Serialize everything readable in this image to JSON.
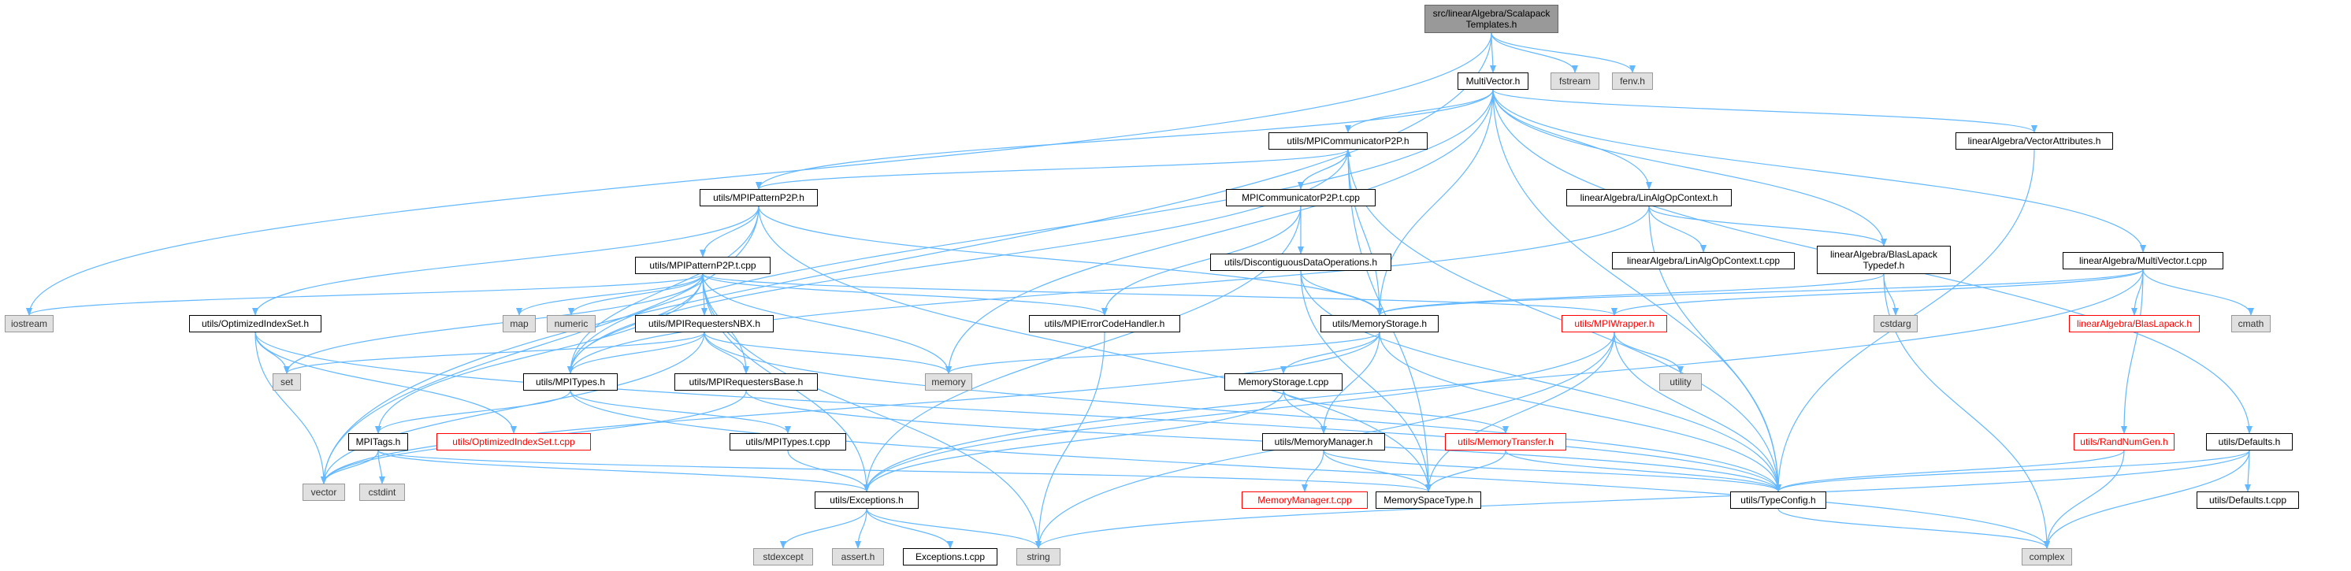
{
  "graph": {
    "nodes": {
      "root": {
        "label": "src/linearAlgebra/Scalapack\nTemplates.h",
        "kind": "root"
      },
      "multivector": {
        "label": "MultiVector.h",
        "kind": "local"
      },
      "fstream": {
        "label": "fstream",
        "kind": "ext"
      },
      "fenv": {
        "label": "fenv.h",
        "kind": "ext"
      },
      "iostream": {
        "label": "iostream",
        "kind": "ext"
      },
      "commp2p": {
        "label": "utils/MPICommunicatorP2P.h",
        "kind": "local"
      },
      "vecattr": {
        "label": "linearAlgebra/VectorAttributes.h",
        "kind": "local"
      },
      "patternp2p": {
        "label": "utils/MPIPatternP2P.h",
        "kind": "local"
      },
      "commp2pt": {
        "label": "MPICommunicatorP2P.t.cpp",
        "kind": "local"
      },
      "linalgctx": {
        "label": "linearAlgebra/LinAlgOpContext.h",
        "kind": "local"
      },
      "linalgctxt": {
        "label": "linearAlgebra/LinAlgOpContext.t.cpp",
        "kind": "local"
      },
      "blastypedef": {
        "label": "linearAlgebra/BlasLapack\nTypedef.h",
        "kind": "local"
      },
      "mvt": {
        "label": "linearAlgebra/MultiVector.t.cpp",
        "kind": "local"
      },
      "blaslapack": {
        "label": "linearAlgebra/BlasLapack.h",
        "kind": "trunc"
      },
      "cmath": {
        "label": "cmath",
        "kind": "ext"
      },
      "patternp2pt": {
        "label": "utils/MPIPatternP2P.t.cpp",
        "kind": "local"
      },
      "discont": {
        "label": "utils/DiscontiguousDataOperations.h",
        "kind": "local"
      },
      "cstdarg": {
        "label": "cstdarg",
        "kind": "ext"
      },
      "optidx": {
        "label": "utils/OptimizedIndexSet.h",
        "kind": "local"
      },
      "map": {
        "label": "map",
        "kind": "ext"
      },
      "numeric": {
        "label": "numeric",
        "kind": "ext"
      },
      "reqnbx": {
        "label": "utils/MPIRequestersNBX.h",
        "kind": "local"
      },
      "errhandler": {
        "label": "utils/MPIErrorCodeHandler.h",
        "kind": "local"
      },
      "memstorage": {
        "label": "utils/MemoryStorage.h",
        "kind": "local"
      },
      "mpiwrapper": {
        "label": "utils/MPIWrapper.h",
        "kind": "trunc"
      },
      "set": {
        "label": "set",
        "kind": "ext"
      },
      "memory": {
        "label": "memory",
        "kind": "ext"
      },
      "utility": {
        "label": "utility",
        "kind": "ext"
      },
      "mpitypes": {
        "label": "utils/MPITypes.h",
        "kind": "local"
      },
      "reqbase": {
        "label": "utils/MPIRequestersBase.h",
        "kind": "local"
      },
      "memstoraget": {
        "label": "MemoryStorage.t.cpp",
        "kind": "local"
      },
      "randnum": {
        "label": "utils/RandNumGen.h",
        "kind": "trunc"
      },
      "defaults": {
        "label": "utils/Defaults.h",
        "kind": "local"
      },
      "mpitags": {
        "label": "MPITags.h",
        "kind": "local"
      },
      "optidxt": {
        "label": "utils/OptimizedIndexSet.t.cpp",
        "kind": "trunc"
      },
      "mpitypest": {
        "label": "utils/MPITypes.t.cpp",
        "kind": "local"
      },
      "memmanager": {
        "label": "utils/MemoryManager.h",
        "kind": "local"
      },
      "memtransfer": {
        "label": "utils/MemoryTransfer.h",
        "kind": "trunc"
      },
      "vector": {
        "label": "vector",
        "kind": "ext"
      },
      "cstdint": {
        "label": "cstdint",
        "kind": "ext"
      },
      "exceptions": {
        "label": "utils/Exceptions.h",
        "kind": "local"
      },
      "memmanagert": {
        "label": "MemoryManager.t.cpp",
        "kind": "trunc"
      },
      "memspacetype": {
        "label": "MemorySpaceType.h",
        "kind": "local"
      },
      "typeconfig": {
        "label": "utils/TypeConfig.h",
        "kind": "local"
      },
      "defaultst": {
        "label": "utils/Defaults.t.cpp",
        "kind": "local"
      },
      "stdexcept": {
        "label": "stdexcept",
        "kind": "ext"
      },
      "asserth": {
        "label": "assert.h",
        "kind": "ext"
      },
      "exceptionst": {
        "label": "Exceptions.t.cpp",
        "kind": "local"
      },
      "string": {
        "label": "string",
        "kind": "ext"
      },
      "complex": {
        "label": "complex",
        "kind": "ext"
      }
    },
    "edges": [
      [
        "root",
        "multivector"
      ],
      [
        "root",
        "fstream"
      ],
      [
        "root",
        "fenv"
      ],
      [
        "root",
        "iostream"
      ],
      [
        "root",
        "vector"
      ],
      [
        "multivector",
        "commp2p"
      ],
      [
        "multivector",
        "vecattr"
      ],
      [
        "multivector",
        "patternp2p"
      ],
      [
        "multivector",
        "linalgctx"
      ],
      [
        "multivector",
        "blastypedef"
      ],
      [
        "multivector",
        "mvt"
      ],
      [
        "multivector",
        "memstorage"
      ],
      [
        "multivector",
        "mpitypes"
      ],
      [
        "multivector",
        "memory"
      ],
      [
        "multivector",
        "typeconfig"
      ],
      [
        "multivector",
        "defaults"
      ],
      [
        "commp2p",
        "patternp2p"
      ],
      [
        "commp2p",
        "commp2pt"
      ],
      [
        "commp2p",
        "memstorage"
      ],
      [
        "commp2p",
        "mpitypes"
      ],
      [
        "commp2p",
        "memspacetype"
      ],
      [
        "commp2p",
        "typeconfig"
      ],
      [
        "commp2pt",
        "commp2p"
      ],
      [
        "commp2pt",
        "discont"
      ],
      [
        "commp2pt",
        "errhandler"
      ],
      [
        "commp2pt",
        "exceptions"
      ],
      [
        "vecattr",
        "typeconfig"
      ],
      [
        "patternp2p",
        "patternp2pt"
      ],
      [
        "patternp2p",
        "optidx"
      ],
      [
        "patternp2p",
        "mpitypes"
      ],
      [
        "patternp2p",
        "memstorage"
      ],
      [
        "patternp2p",
        "vector"
      ],
      [
        "patternp2p",
        "memspacetype"
      ],
      [
        "patternp2pt",
        "iostream"
      ],
      [
        "patternp2pt",
        "map"
      ],
      [
        "patternp2pt",
        "numeric"
      ],
      [
        "patternp2pt",
        "reqnbx"
      ],
      [
        "patternp2pt",
        "errhandler"
      ],
      [
        "patternp2pt",
        "mpiwrapper"
      ],
      [
        "patternp2pt",
        "set"
      ],
      [
        "patternp2pt",
        "memory"
      ],
      [
        "patternp2pt",
        "mpitypes"
      ],
      [
        "patternp2pt",
        "reqbase"
      ],
      [
        "patternp2pt",
        "mpitags"
      ],
      [
        "patternp2pt",
        "exceptions"
      ],
      [
        "patternp2pt",
        "string"
      ],
      [
        "linalgctx",
        "linalgctxt"
      ],
      [
        "linalgctx",
        "blastypedef"
      ],
      [
        "linalgctx",
        "typeconfig"
      ],
      [
        "linalgctx",
        "mpitypes"
      ],
      [
        "blastypedef",
        "cstdarg"
      ],
      [
        "blastypedef",
        "complex"
      ],
      [
        "blastypedef",
        "memstorage"
      ],
      [
        "mvt",
        "blaslapack"
      ],
      [
        "mvt",
        "cmath"
      ],
      [
        "mvt",
        "randnum"
      ],
      [
        "mvt",
        "mpiwrapper"
      ],
      [
        "mvt",
        "exceptions"
      ],
      [
        "mvt",
        "memstorage"
      ],
      [
        "discont",
        "memstorage"
      ],
      [
        "discont",
        "typeconfig"
      ],
      [
        "discont",
        "memspacetype"
      ],
      [
        "optidx",
        "set"
      ],
      [
        "optidx",
        "vector"
      ],
      [
        "optidx",
        "optidxt"
      ],
      [
        "optidx",
        "typeconfig"
      ],
      [
        "reqnbx",
        "set"
      ],
      [
        "reqnbx",
        "memory"
      ],
      [
        "reqnbx",
        "mpitypes"
      ],
      [
        "reqnbx",
        "reqbase"
      ],
      [
        "reqnbx",
        "vector"
      ],
      [
        "reqnbx",
        "typeconfig"
      ],
      [
        "errhandler",
        "string"
      ],
      [
        "memstorage",
        "memstoraget"
      ],
      [
        "memstorage",
        "memmanager"
      ],
      [
        "memstorage",
        "typeconfig"
      ],
      [
        "memstorage",
        "vector"
      ],
      [
        "memstorage",
        "memory"
      ],
      [
        "mpiwrapper",
        "utility"
      ],
      [
        "mpiwrapper",
        "typeconfig"
      ],
      [
        "mpiwrapper",
        "memspacetype"
      ],
      [
        "mpiwrapper",
        "string"
      ],
      [
        "mpiwrapper",
        "exceptions"
      ],
      [
        "mpitypes",
        "mpitags"
      ],
      [
        "mpitypes",
        "mpitypest"
      ],
      [
        "mpitypes",
        "complex"
      ],
      [
        "reqbase",
        "vector"
      ],
      [
        "reqbase",
        "typeconfig"
      ],
      [
        "memstoraget",
        "memtransfer"
      ],
      [
        "memstoraget",
        "memmanager"
      ],
      [
        "memstoraget",
        "exceptions"
      ],
      [
        "randnum",
        "typeconfig"
      ],
      [
        "randnum",
        "complex"
      ],
      [
        "defaults",
        "defaultst"
      ],
      [
        "defaults",
        "typeconfig"
      ],
      [
        "defaults",
        "complex"
      ],
      [
        "defaults",
        "string"
      ],
      [
        "mpitags",
        "vector"
      ],
      [
        "mpitags",
        "cstdint"
      ],
      [
        "mpitags",
        "exceptions"
      ],
      [
        "mpitags",
        "memspacetype"
      ],
      [
        "mpitypest",
        "exceptions"
      ],
      [
        "memmanager",
        "memmanagert"
      ],
      [
        "memmanager",
        "memspacetype"
      ],
      [
        "memmanager",
        "typeconfig"
      ],
      [
        "memtransfer",
        "memspacetype"
      ],
      [
        "memtransfer",
        "typeconfig"
      ],
      [
        "exceptions",
        "stdexcept"
      ],
      [
        "exceptions",
        "asserth"
      ],
      [
        "exceptions",
        "exceptionst"
      ],
      [
        "exceptions",
        "string"
      ],
      [
        "typeconfig",
        "complex"
      ]
    ]
  },
  "colors": {
    "edge": "#63b8ff",
    "root_fill": "#999999",
    "external_fill": "#e0e0e0",
    "truncated_border": "#ff0000",
    "truncated_text": "#ff0000",
    "local_border": "#000000"
  }
}
